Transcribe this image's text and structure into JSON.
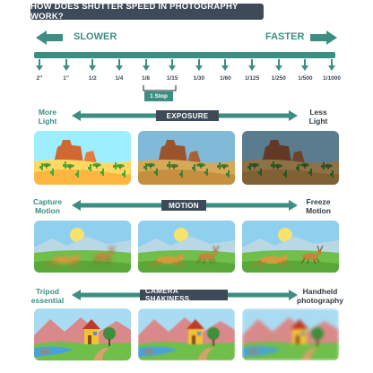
{
  "title": "HOW DOES SHUTTER SPEED IN PHOTOGRAPHY WORK?",
  "direction": {
    "slower": "SLOWER",
    "faster": "FASTER"
  },
  "speeds": [
    "2\"",
    "1\"",
    "1/2",
    "1/4",
    "1/8",
    "1/15",
    "1/30",
    "1/60",
    "1/125",
    "1/250",
    "1/500",
    "1/1000"
  ],
  "stop_label": "1 Stop",
  "rows": [
    {
      "left": [
        "More",
        "Light"
      ],
      "label": "EXPOSURE",
      "right": [
        "Less",
        "Light"
      ]
    },
    {
      "left": [
        "Capture",
        "Motion"
      ],
      "label": "MOTION",
      "right": [
        "Freeze",
        "Motion"
      ]
    },
    {
      "left": [
        "Tripod",
        "essential"
      ],
      "label": "CAMERA SHAKINESS",
      "right": [
        "Handheld",
        "photography"
      ]
    }
  ],
  "colors": {
    "accent": "#3c8e83",
    "dark": "#3d4a57",
    "sky": "#8cc9ec",
    "sand": "#e9b860",
    "rock": "#a85a32",
    "grass": "#6fbf4a"
  }
}
